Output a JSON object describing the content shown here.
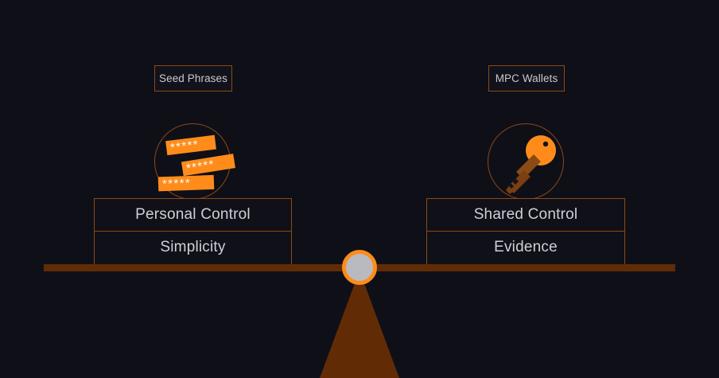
{
  "theme": {
    "background": "#0f0f18",
    "accent_orange": "#ff8c1a",
    "beam_brown": "#612c05",
    "border_brown": "#8a4a15",
    "text_gray": "#cfcfd6",
    "pivot_gray": "#b9bac0"
  },
  "left_side": {
    "pill_label": "Seed Phrases",
    "icon_name": "seed-phrase-cards-icon",
    "icon_masked_text": "*****",
    "attributes": [
      {
        "label": "Personal Control"
      },
      {
        "label": "Simplicity"
      }
    ]
  },
  "right_side": {
    "pill_label": "MPC Wallets",
    "icon_name": "key-icon",
    "attributes": [
      {
        "label": "Shared Control"
      },
      {
        "label": "Evidence"
      }
    ]
  },
  "balance": {
    "beam_name": "balance-beam",
    "pivot_name": "balance-pivot",
    "fulcrum_name": "fulcrum-triangle"
  }
}
